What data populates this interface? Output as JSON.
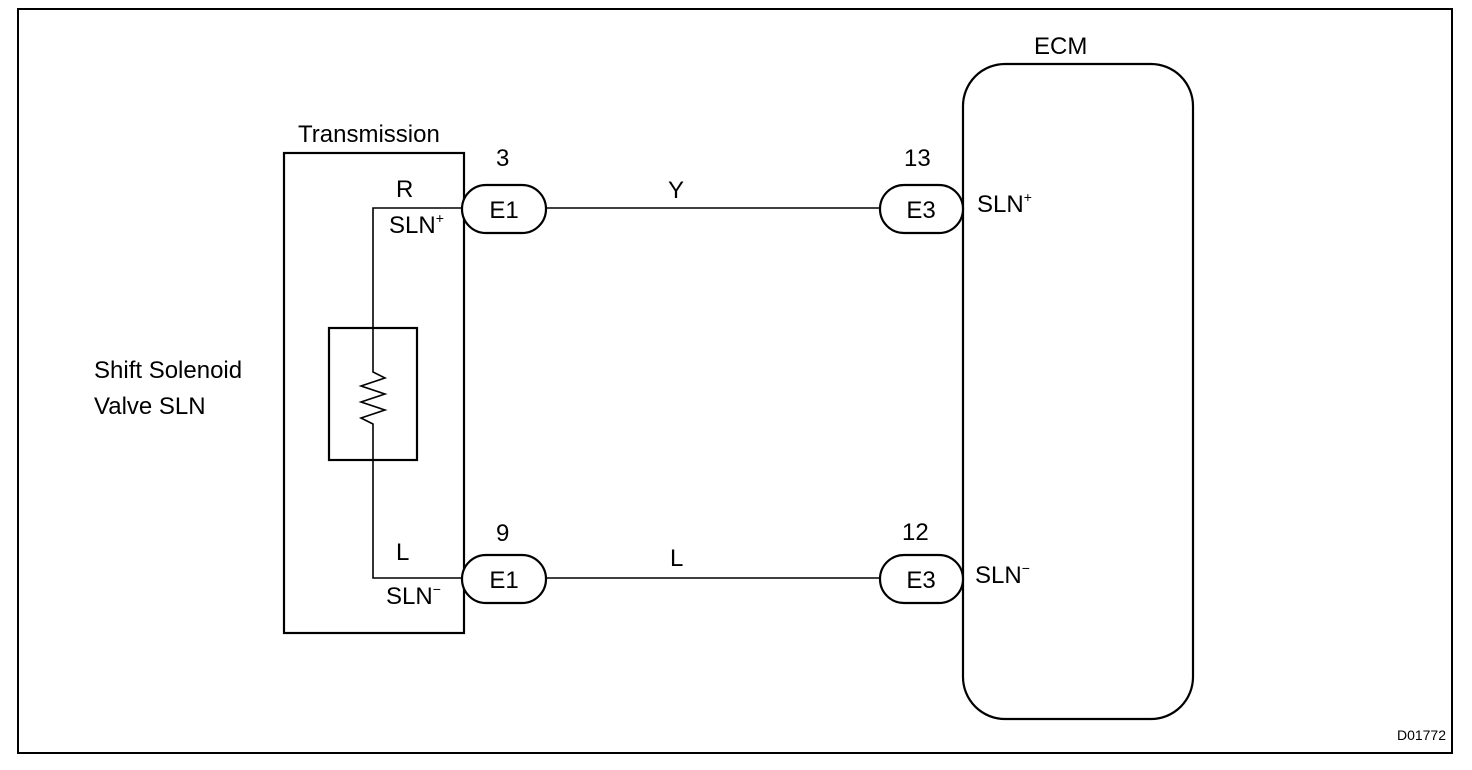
{
  "diagram": {
    "transmission_label": "Transmission",
    "ecm_label": "ECM",
    "solenoid_label_line1": "Shift Solenoid",
    "solenoid_label_line2": "Valve SLN",
    "figure_id": "D01772",
    "top_circuit": {
      "solenoid_terminal": "SLN",
      "solenoid_terminal_sup": "+",
      "solenoid_wire_color": "R",
      "left_connector": "E1",
      "left_pin": "3",
      "wire_color": "Y",
      "right_connector": "E3",
      "right_pin": "13",
      "ecm_terminal": "SLN",
      "ecm_terminal_sup": "+"
    },
    "bottom_circuit": {
      "solenoid_terminal": "SLN",
      "solenoid_terminal_sup": "−",
      "solenoid_wire_color": "L",
      "left_connector": "E1",
      "left_pin": "9",
      "wire_color": "L",
      "right_connector": "E3",
      "right_pin": "12",
      "ecm_terminal": "SLN",
      "ecm_terminal_sup": "−"
    }
  }
}
